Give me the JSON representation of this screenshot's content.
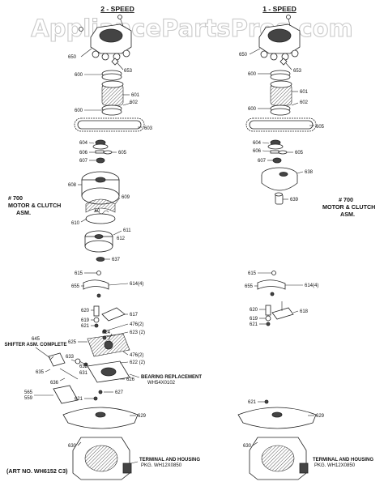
{
  "watermark": "AppliancePartsPros.com",
  "headers": {
    "left": "2 - SPEED",
    "right": "1 - SPEED"
  },
  "assembly_left": {
    "line1": "# 700",
    "line2": "MOTOR & CLUTCH",
    "line3": "ASM."
  },
  "assembly_right": {
    "line1": "# 700",
    "line2": "MOTOR & CLUTCH",
    "line3": "ASM."
  },
  "shifter": {
    "line1": "645",
    "line2": "SHIFTER ASM. COMPLETE"
  },
  "bearing": {
    "line1": "BEARING REPLACEMENT",
    "line2": "WH54X0102"
  },
  "terminal_left": {
    "line1": "TERMINAL AND HOUSING",
    "line2": "PKG. WH12X0850"
  },
  "terminal_right": {
    "line1": "TERMINAL AND HOUSING",
    "line2": "PKG. WH12X0850"
  },
  "art_no": "(ART NO. WH6152 C3)",
  "callouts_left": {
    "c650": "650",
    "c653": "653",
    "c600a": "600",
    "c601": "601",
    "c602": "602",
    "c600b": "600",
    "c603": "603",
    "c604": "604",
    "c606": "606",
    "c605": "605",
    "c607": "607",
    "c608": "608",
    "c609": "609",
    "c60": "60",
    "c610": "610",
    "c611": "611",
    "c612": "612",
    "c637": "637",
    "c615": "615",
    "c655": "655",
    "c614": "614(4)",
    "c620": "620",
    "c619": "619",
    "c621": "621",
    "c617": "617",
    "c476a": "476(2)",
    "c623": "623 (2)",
    "c624": "624",
    "c625": "625",
    "c476b": "476(2)",
    "c622": "622 (2)",
    "c626": "626",
    "c633": "633",
    "c632": "632",
    "c631": "631",
    "c635": "635",
    "c636": "636",
    "c565": "565",
    "c559": "559",
    "c627": "627",
    "c621b": "621",
    "c629": "629",
    "c630": "630"
  },
  "callouts_right": {
    "c650": "650",
    "c653": "653",
    "c600a": "600",
    "c601": "601",
    "c602": "602",
    "c600b": "600",
    "c605": "605",
    "c604": "604",
    "c606": "606",
    "c605b": "605",
    "c607": "607",
    "c638": "638",
    "c639": "639",
    "c615": "615",
    "c655": "655",
    "c614": "614(4)",
    "c620": "620",
    "c619": "619",
    "c621": "621",
    "c618": "618",
    "c621b": "621",
    "c629": "629",
    "c630": "630"
  }
}
